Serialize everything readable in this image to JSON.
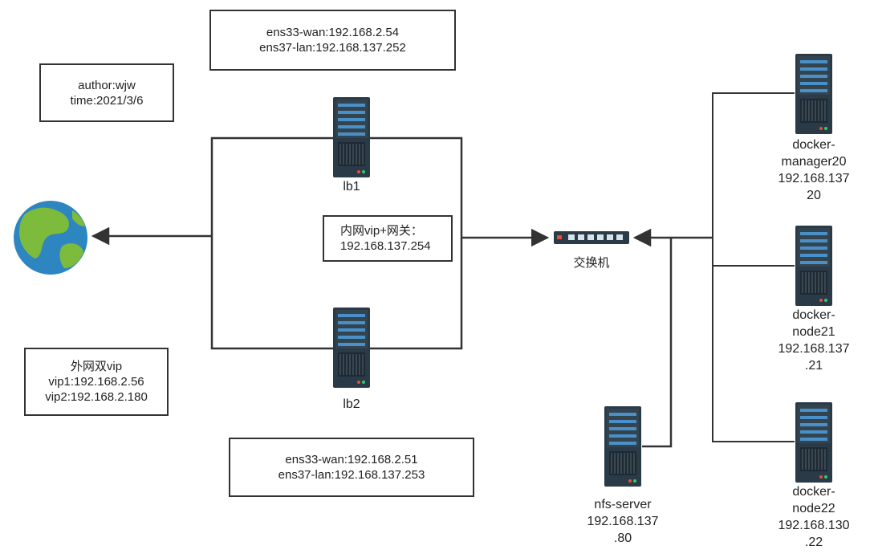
{
  "notes": {
    "lb1_interfaces": [
      "ens33-wan:192.168.2.54",
      "ens37-lan:192.168.137.252"
    ],
    "author": [
      "author:wjw",
      "time:2021/3/6"
    ],
    "inner_vip": [
      "内网vip+网关：",
      "192.168.137.254"
    ],
    "outer_vip": [
      "外网双vip",
      "vip1:192.168.2.56",
      "vip2:192.168.2.180"
    ],
    "lb2_interfaces": [
      "ens33-wan:192.168.2.51",
      "ens37-lan:192.168.137.253"
    ]
  },
  "nodes": {
    "lb1": [
      "lb1"
    ],
    "lb2": [
      "lb2"
    ],
    "switch": [
      "交换机"
    ],
    "manager20": [
      "docker-",
      "manager20",
      "192.168.137",
      "20"
    ],
    "node21": [
      "docker-",
      "node21",
      "192.168.137",
      ".21"
    ],
    "node22": [
      "docker-",
      "node22",
      "192.168.130",
      ".22"
    ],
    "nfs": [
      "nfs-server",
      "192.168.137",
      ".80"
    ]
  },
  "icons": {
    "internet": "globe-icon",
    "switch": "network-switch-icon",
    "server": "server-rack-icon"
  },
  "colors": {
    "line": "#333333",
    "server_body": "#2b3a47",
    "server_accent": "#4a90c8",
    "globe_ocean": "#2e86c1",
    "globe_land": "#7dbb3c"
  }
}
